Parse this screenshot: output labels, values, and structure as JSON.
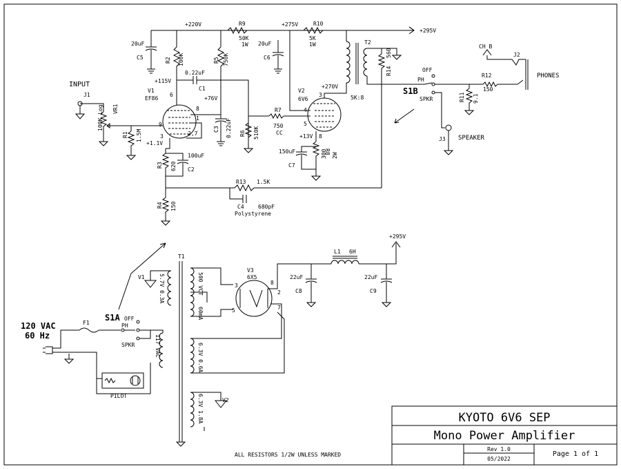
{
  "title_block": {
    "title1": "KYOTO 6V6 SEP",
    "title2": "Mono Power Amplifier",
    "rev": "Rev 1.0",
    "date": "05/2022",
    "page": "Page 1 of 1"
  },
  "note": "ALL RESISTORS 1/2W UNLESS MARKED",
  "rails": {
    "v220": "+220V",
    "v275": "+275V",
    "v295a": "+295V",
    "v295b": "+295V",
    "v270": "+270V",
    "v115": "+115V",
    "v76": "+76V",
    "v11": "+1.1V",
    "v13": "+13V"
  },
  "input": {
    "label": "INPUT",
    "jack": "J1",
    "pot": "VR1",
    "pot_val": "100K Log"
  },
  "tubes": {
    "v1": "V1",
    "v1_type": "EF86",
    "v2": "V2",
    "v2_type": "6V6",
    "v3": "V3",
    "v3_type": "6X5"
  },
  "pins": {
    "v1_6": "6",
    "v1_8": "8",
    "v1_1": "1",
    "v1_9": "9",
    "v1_3": "3",
    "v1_27": "2,7",
    "v2_3": "3",
    "v2_4": "4",
    "v2_5": "5",
    "v2_8": "8",
    "v3_3": "3",
    "v3_5": "5",
    "v3_8": "8",
    "v3_2": "2",
    "v3_7": "7"
  },
  "parts": {
    "c5": "C5",
    "c5v": "20uF",
    "c6": "C6",
    "c6v": "20uF",
    "c1": "C1",
    "c1v": "0.22uF",
    "c3": "C3",
    "c3v": "0.22uF",
    "c2": "C2",
    "c2v": "100uF",
    "c7": "C7",
    "c7v": "150uF",
    "c4": "C4",
    "c4v": "680pF",
    "c4t": "Polystyrene",
    "c8": "C8",
    "c8v": "22uF",
    "c9": "C9",
    "c9v": "22uF",
    "r1": "R1",
    "r1v": "1.5M",
    "r2": "R2",
    "r2v": "100K",
    "r3": "R3",
    "r3v": "620",
    "r4": "R4",
    "r4v": "150",
    "r5": "R5",
    "r5v": "750K",
    "r6": "R6",
    "r6v": "510K",
    "r7": "R7",
    "r7v": "750",
    "r7t": "CC",
    "r8": "R8",
    "r8v": "300",
    "r8w": "2W",
    "r9": "R9",
    "r9v": "50K",
    "r9w": "1W",
    "r10": "R10",
    "r10v": "5K",
    "r10w": "1W",
    "r11": "R11",
    "r11v": "9.1",
    "r12": "R12",
    "r12v": "150",
    "r13": "R13",
    "r13v": "1.5K",
    "r14": "R14",
    "r14v": "560"
  },
  "output": {
    "t2": "T2",
    "ratio": "5K:8",
    "s1b": "S1B",
    "off": "OFF",
    "ph": "PH",
    "spkr": "SPKR",
    "chb": "CH B",
    "j2": "J2",
    "phones": "PHONES",
    "j3": "J3",
    "speaker": "SPEAKER"
  },
  "psu": {
    "t1": "T1",
    "f1": "F1",
    "s1a": "S1A",
    "off": "OFF",
    "ph": "PH",
    "spkr": "SPKR",
    "mains1": "120 VAC",
    "mains2": "60 Hz",
    "pri": "117 VAC",
    "sec_hv1": "500 VCT",
    "sec_hv2": "60mA",
    "sec_fil1": "6.3V 0.6A",
    "sec_fil2": "6.3V 1.8A",
    "sec_v1": "5.7V 0.3A",
    "v1": "V1",
    "v2": "V2",
    "pilot": "PILOT",
    "l1": "L1",
    "l1v": "6H"
  }
}
